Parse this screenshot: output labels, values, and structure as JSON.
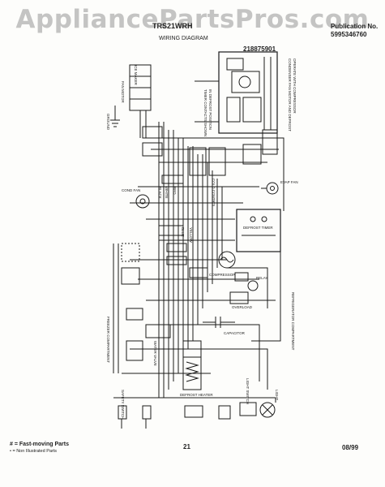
{
  "header": {
    "watermark": "AppliancePartsPros.com",
    "model": "TRS21WRH",
    "publication_label": "Publication No.",
    "publication_number": "5995346760",
    "diagram_title": "WIRING DIAGRAM",
    "part_number": "218875901"
  },
  "footer": {
    "legend_fast_symbol": "#",
    "legend_fast": "= Fast-moving Parts",
    "legend_non_symbol": "•",
    "legend_non": "= Non Illustrated Parts",
    "page_number": "21",
    "date": "08/99"
  },
  "colors": {
    "ink": "#1a1a1a",
    "paper": "#fdfdfb",
    "watermark": "#969696"
  },
  "labels": {
    "fan_motor": "FAN MOTOR",
    "compressor": "COMPRESSOR",
    "defrost_timer": "DEFROST TIMER",
    "evap_fan": "EVAP FAN",
    "cond_fan": "COND FAN",
    "defrost_heater": "DEFROST HEATER",
    "freezer_compartment": "FREEZER COMPARTMENT",
    "refrigerator_compartment": "REFRIGERATOR COMPARTMENT",
    "light_switch": "LIGHT SWITCH",
    "light": "LIGHT",
    "ice_maker": "ICE MAKER",
    "water_valve": "WATER VALVE",
    "safety_switch": "SAFETY SWITCH",
    "overload": "OVERLOAD",
    "relay": "RELAY",
    "capacitor": "CAPACITOR",
    "cold_control": "COLD CONTROL",
    "ground": "GROUND",
    "black": "BLACK",
    "white": "WHITE",
    "red": "RED",
    "blue": "BLUE",
    "yellow": "YELLOW"
  }
}
